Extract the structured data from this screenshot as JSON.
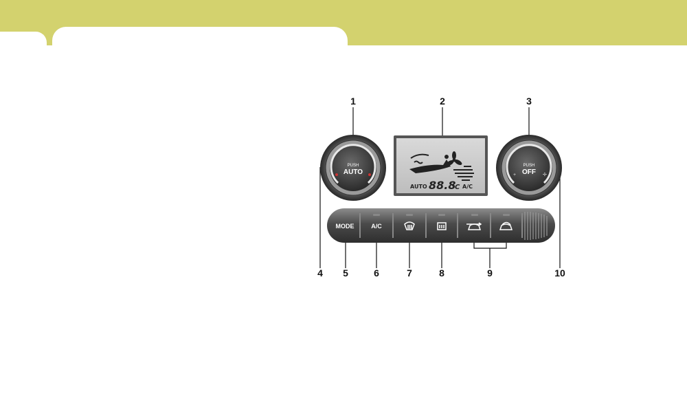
{
  "colors": {
    "header_band": "#d3d26e",
    "lcd": "#cfcfcf",
    "panel": "#5a5a5a"
  },
  "left_knob": {
    "top_label": "PUSH",
    "main_label": "AUTO"
  },
  "right_knob": {
    "top_label": "PUSH",
    "main_label": "OFF"
  },
  "display": {
    "auto_label": "AUTO",
    "temperature": "88.8",
    "unit": "°C",
    "ac_label": "A/C",
    "icons": [
      "defrost-icon",
      "fan-icon",
      "occupant-icon"
    ]
  },
  "buttons": [
    {
      "label": "MODE",
      "icon": ""
    },
    {
      "label": "A/C",
      "icon": ""
    },
    {
      "label": "",
      "icon": "front-defrost-icon"
    },
    {
      "label": "",
      "icon": "rear-defrost-icon"
    },
    {
      "label": "",
      "icon": "fresh-air-icon"
    },
    {
      "label": "",
      "icon": "recirculate-air-icon"
    }
  ],
  "callouts": [
    "1",
    "2",
    "3",
    "4",
    "5",
    "6",
    "7",
    "8",
    "9",
    "10"
  ]
}
